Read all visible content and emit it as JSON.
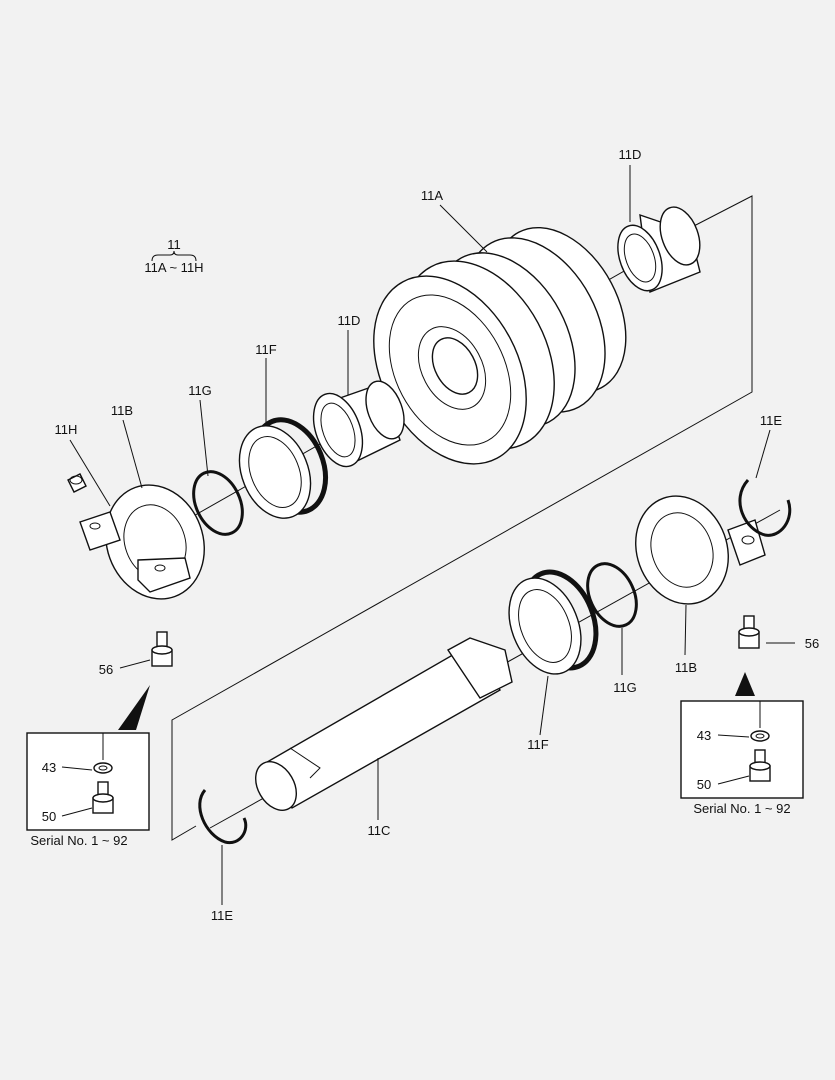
{
  "assembly": {
    "number": "11",
    "range": "11A ~ 11H"
  },
  "labels": {
    "lbl_11A": "11A",
    "lbl_11B_left": "11B",
    "lbl_11B_right": "11B",
    "lbl_11C": "11C",
    "lbl_11D_top": "11D",
    "lbl_11D_mid": "11D",
    "lbl_11E_top": "11E",
    "lbl_11E_bottom": "11E",
    "lbl_11F_top": "11F",
    "lbl_11F_bottom": "11F",
    "lbl_11G_top": "11G",
    "lbl_11G_bottom": "11G",
    "lbl_11H": "11H",
    "lbl_56_left": "56",
    "lbl_56_right": "56"
  },
  "inset_left": {
    "washer_label": "43",
    "bolt_label": "50",
    "caption": "Serial No. 1 ~ 92"
  },
  "inset_right": {
    "washer_label": "43",
    "bolt_label": "50",
    "caption": "Serial No. 1 ~ 92"
  },
  "colors": {
    "background": "#f2f2f2",
    "line": "#111111",
    "fill": "#ffffff"
  }
}
